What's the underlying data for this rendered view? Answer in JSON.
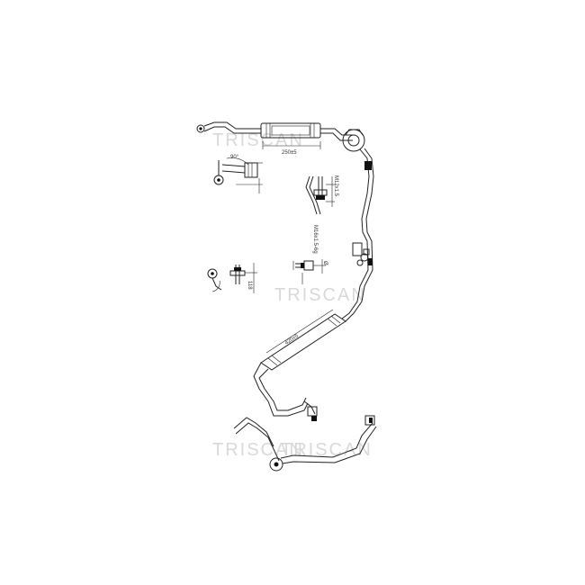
{
  "watermarks": [
    {
      "id": "wm-top",
      "text": "TRISCAN"
    },
    {
      "id": "wm-mid",
      "text": "TRISCAN"
    },
    {
      "id": "wm-bottom-left",
      "text": "TRISCAN"
    },
    {
      "id": "wm-bottom-right",
      "text": "TRISCAN"
    }
  ],
  "dimensions": {
    "top_hose_length": "250±5",
    "angle_top": "90°",
    "thread_top": "M12x1.5",
    "thread_mid": "M16x1.5-6g",
    "mid_small": "Ø",
    "left_small": "118",
    "lower_hose_length": "420±5"
  },
  "colors": {
    "line": "#222222",
    "watermark": "#d9d9d9",
    "background": "#ffffff"
  }
}
